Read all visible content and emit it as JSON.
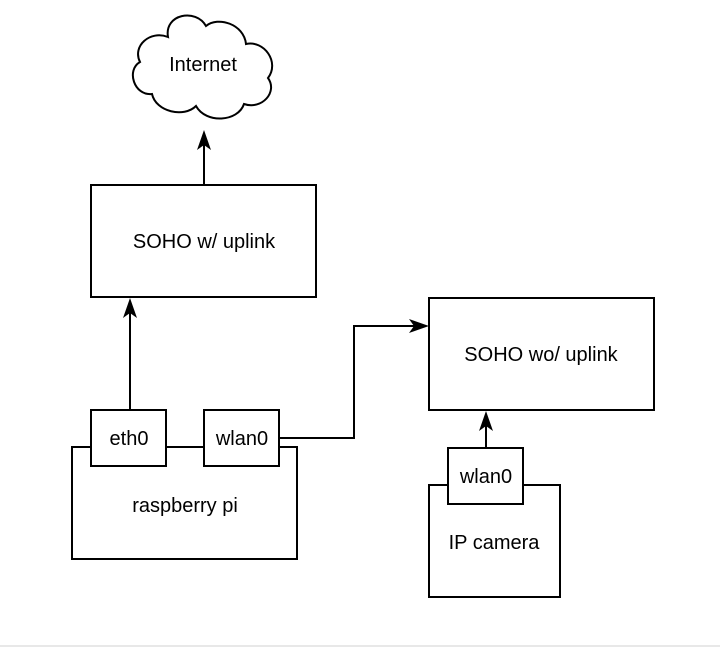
{
  "diagram": {
    "nodes": {
      "internet": {
        "label": "Internet",
        "shape": "cloud"
      },
      "soho_uplink": {
        "label": "SOHO w/ uplink"
      },
      "soho_no_uplink": {
        "label": "SOHO wo/ uplink"
      },
      "raspberry_pi": {
        "label": "raspberry pi"
      },
      "pi_eth0": {
        "label": "eth0"
      },
      "pi_wlan0": {
        "label": "wlan0"
      },
      "ip_camera": {
        "label": "IP camera"
      },
      "camera_wlan0": {
        "label": "wlan0"
      }
    },
    "edges": [
      {
        "from": "soho_uplink",
        "to": "internet"
      },
      {
        "from": "pi_eth0",
        "to": "soho_uplink"
      },
      {
        "from": "pi_wlan0",
        "to": "soho_no_uplink"
      },
      {
        "from": "camera_wlan0",
        "to": "soho_no_uplink"
      }
    ],
    "colors": {
      "stroke": "#000000",
      "fill": "#ffffff",
      "background": "#ffffff"
    }
  }
}
